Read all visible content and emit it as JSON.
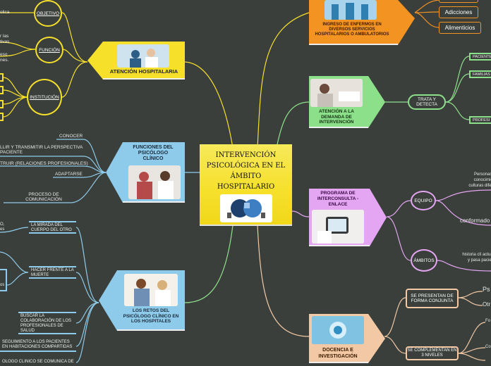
{
  "center": {
    "title": "INTERVENCIÓN PSICOLÓGICA EN EL ÁMBITO HOSPITALARIO"
  },
  "atencion_hospitalaria": {
    "title": "ATENCIÓN HOSPITALARIA",
    "objetivo": "OBJETIVO",
    "objetivo_text": "olica",
    "funcion": "FUNCIÓN",
    "funcion_text_1": "r las",
    "funcion_text_2": "tivas",
    "funcion_text_3": "eso",
    "funcion_text_4": "nes.",
    "institucion": "INSTITUCIÓN"
  },
  "funciones": {
    "title": "FUNCIONES DEL PSICÓLOGO CLÍNICO",
    "items": [
      "CONOCER",
      "LLIR Y TRANSMITIR LA PERSPECTIVA PACIENTE",
      "TRUIR (RELACIONES PROFESIONALES)",
      "ADAPTARSE",
      "PROCESO DE COMUNICACIÓN"
    ]
  },
  "retos": {
    "title": "LOS RETOS DEL PSICÓLOGO CLÍNICO EN LOS HOSPITALES",
    "items": [
      "LA MIRADA DEL CUERPO DEL OTRO",
      "HACER FRENTE A LA MUERTE",
      "BUSCAR LA COLABORACIÓN DE LOS PROFESIONALES DE SALUD",
      "SEGUIMIENTO A LOS PACIENTES EN HABITACIONES COMPARTIDAS",
      "OLOGO CLINICO SE COMUNICA DE"
    ],
    "fragment_1": "O,",
    "fragment_2": "es",
    "fragment_3": "os"
  },
  "ingreso": {
    "title": "INGRESO DE ENFERMOS EN DIVERSOS SERVICIOS HOSPITALARIOS O AMBULATORIOS",
    "items": [
      "Adicciones",
      "Alimenticios"
    ]
  },
  "atencion_demanda": {
    "title": "ATENCIÓN A LA DEMANDA DE INTERVENCIÓN",
    "trata": "TRATA Y DETECTA",
    "items": [
      "PACIENTE",
      "FAMILIAS",
      "PROFESI"
    ]
  },
  "interconsulta": {
    "title": "PROGRAMA DE INTERCONSULTA - ENLACE",
    "equipo": "EQUIPO",
    "equipo_text": "Personas c conocimien culturas difere",
    "conformado": "conformado",
    "ambitos": "ÁMBITOS",
    "ambitos_text": "historia clí actual y pasa pacien"
  },
  "docencia": {
    "title": "DOCENCIA E INVESTIGACIÓN",
    "presentan": "SE PRESENTAN DE FORMA CONJUNTA",
    "complementan": "SE COMPLEMENTAN EN 3 NIVELES",
    "fragment_ps": "Ps",
    "fragment_otr": "Otr",
    "fragment_fo": "Fo",
    "fragment_co": "Co"
  },
  "colors": {
    "yellow": "#f6e02a",
    "blue": "#8ecbea",
    "orange": "#f39322",
    "green": "#8de08a",
    "pink": "#e4a6f2",
    "tan": "#f2c9a4",
    "background": "#3b3f3c"
  }
}
